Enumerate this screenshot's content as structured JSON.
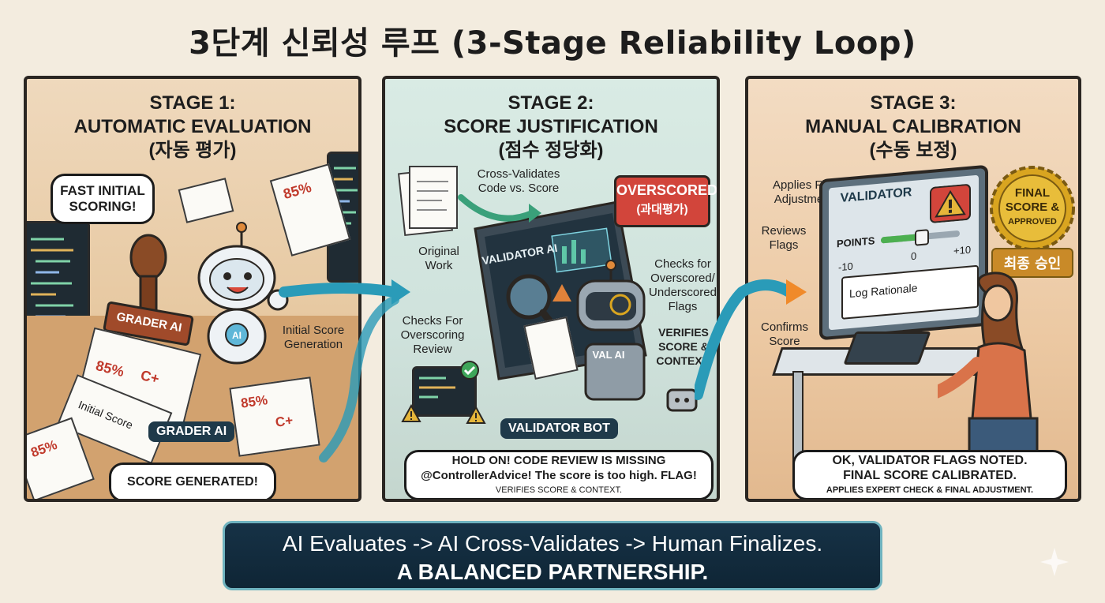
{
  "title": "3단계 신뢰성 루프 (3-Stage Reliability Loop)",
  "stage1": {
    "heading_line1": "STAGE 1:",
    "heading_line2": "AUTOMATIC EVALUATION",
    "heading_line3": "(자동 평가)",
    "bubble_fast": "FAST INITIAL SCORING!",
    "stamp_label": "GRADER AI",
    "robot_badge": "AI",
    "initial_score_generation": "Initial Score Generation",
    "paper_initial_score": "Initial Score",
    "percent": "85%",
    "grade": "C+",
    "tag": "GRADER AI",
    "bubble_bottom": "SCORE GENERATED!"
  },
  "stage2": {
    "heading_line1": "STAGE 2:",
    "heading_line2": "SCORE JUSTIFICATION",
    "heading_line3": "(점수 정당화)",
    "cross_validates": "Cross-Validates Code vs. Score",
    "original_work": "Original Work",
    "checks_for_overscoring": "Checks For Overscoring Review",
    "laptop_title": "VALIDATOR AI",
    "overscored": "OVERSCORED",
    "overscored_kr": "(과대평가)",
    "checks_flags": "Checks for Overscored/ Underscored Flags",
    "verifies": "VERIFIES SCORE & CONTEXT.",
    "robot_badge": "VAL AI",
    "tag": "VALIDATOR BOT",
    "bubble_line1": "HOLD ON! CODE REVIEW IS MISSING",
    "bubble_line2": "@ControllerAdvice! The score is too high. FLAG!",
    "bubble_line3": "VERIFIES SCORE & CONTEXT."
  },
  "stage3": {
    "heading_line1": "STAGE 3:",
    "heading_line2": "MANUAL CALIBRATION",
    "heading_line3": "(수동 보정)",
    "applies_final": "Applies Final Adjustments",
    "reviews_flags": "Reviews Flags",
    "confirms_score": "Confirms Score",
    "monitor_title": "VALIDATOR",
    "points_label": "POINTS",
    "tick_min": "-10",
    "tick_mid": "0",
    "tick_max": "+10",
    "slider_level": 0.5,
    "log_rationale": "Log Rationale",
    "seal_line1": "FINAL",
    "seal_line2": "SCORE &",
    "seal_line3": "APPROVED",
    "seal_kr": "최종 승인",
    "bubble_line1": "OK, VALIDATOR FLAGS NOTED.",
    "bubble_line2": "FINAL SCORE CALIBRATED.",
    "bubble_line3": "APPLIES EXPERT CHECK & FINAL ADJUSTMENT."
  },
  "banner": {
    "line1": "AI Evaluates -> AI Cross-Validates -> Human Finalizes.",
    "line2": "A BALANCED PARTNERSHIP."
  },
  "colors": {
    "flow_arrow": "#2a9bb8",
    "stamp": "#a04a2a",
    "alert_red": "#d2453b",
    "gold": "#d9a520",
    "tag_navy": "#1f3a4a"
  }
}
